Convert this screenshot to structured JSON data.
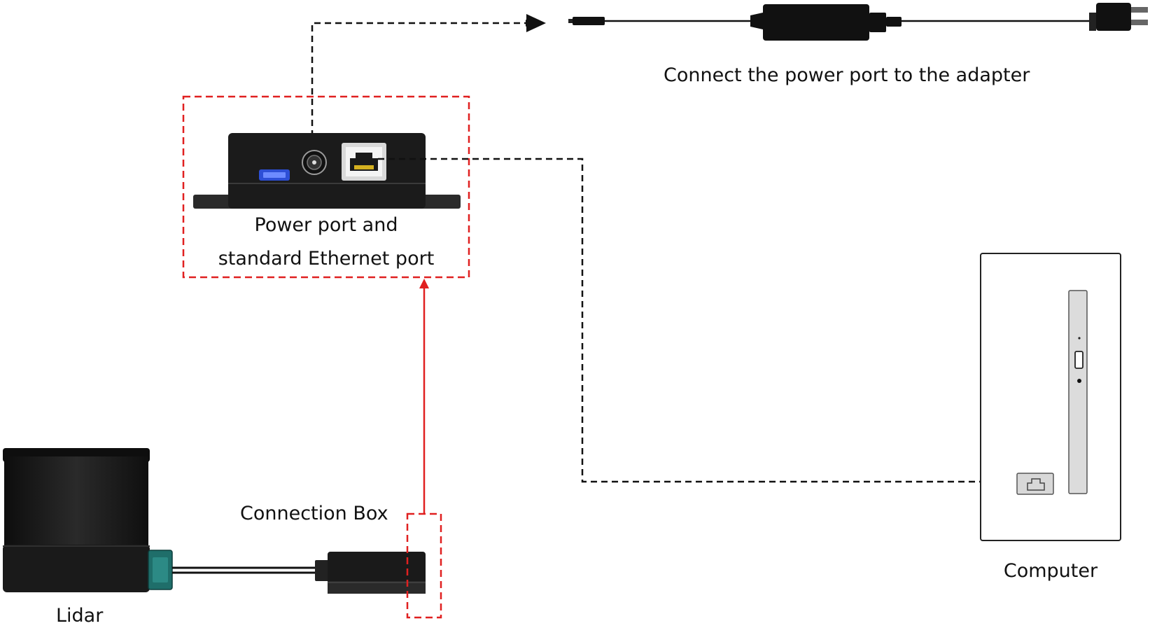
{
  "labels": {
    "adapter": "Connect the power port to the adapter",
    "ports_line1": "Power port and",
    "ports_line2": "standard Ethernet port",
    "connection_box": "Connection Box",
    "computer": "Computer",
    "lidar": "Lidar"
  },
  "icons": {
    "adapter": "power-adapter-icon",
    "plug": "wall-plug-icon",
    "box": "connection-box-icon",
    "lidar": "lidar-sensor-icon",
    "computer": "computer-tower-icon",
    "rj45": "ethernet-port-icon",
    "dc": "dc-power-jack-icon",
    "usb": "usb-port-icon"
  },
  "colors": {
    "highlight": "#e02020",
    "connector": "#111111",
    "device": "#2a2a2a",
    "lidar_connector": "#1f6e6a"
  }
}
